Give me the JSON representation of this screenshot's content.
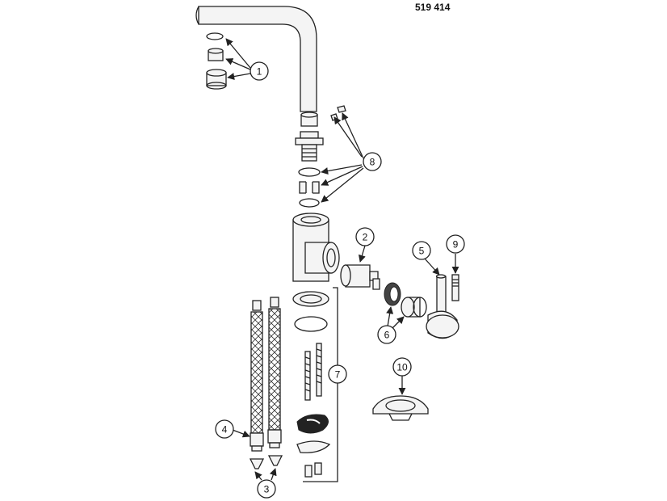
{
  "part_number": "519 414",
  "callouts": [
    {
      "id": "callout-1",
      "label": "1"
    },
    {
      "id": "callout-2",
      "label": "2"
    },
    {
      "id": "callout-3",
      "label": "3"
    },
    {
      "id": "callout-4",
      "label": "4"
    },
    {
      "id": "callout-5",
      "label": "5"
    },
    {
      "id": "callout-6",
      "label": "6"
    },
    {
      "id": "callout-7",
      "label": "7"
    },
    {
      "id": "callout-8",
      "label": "8"
    },
    {
      "id": "callout-9",
      "label": "9"
    },
    {
      "id": "callout-10",
      "label": "10"
    }
  ]
}
